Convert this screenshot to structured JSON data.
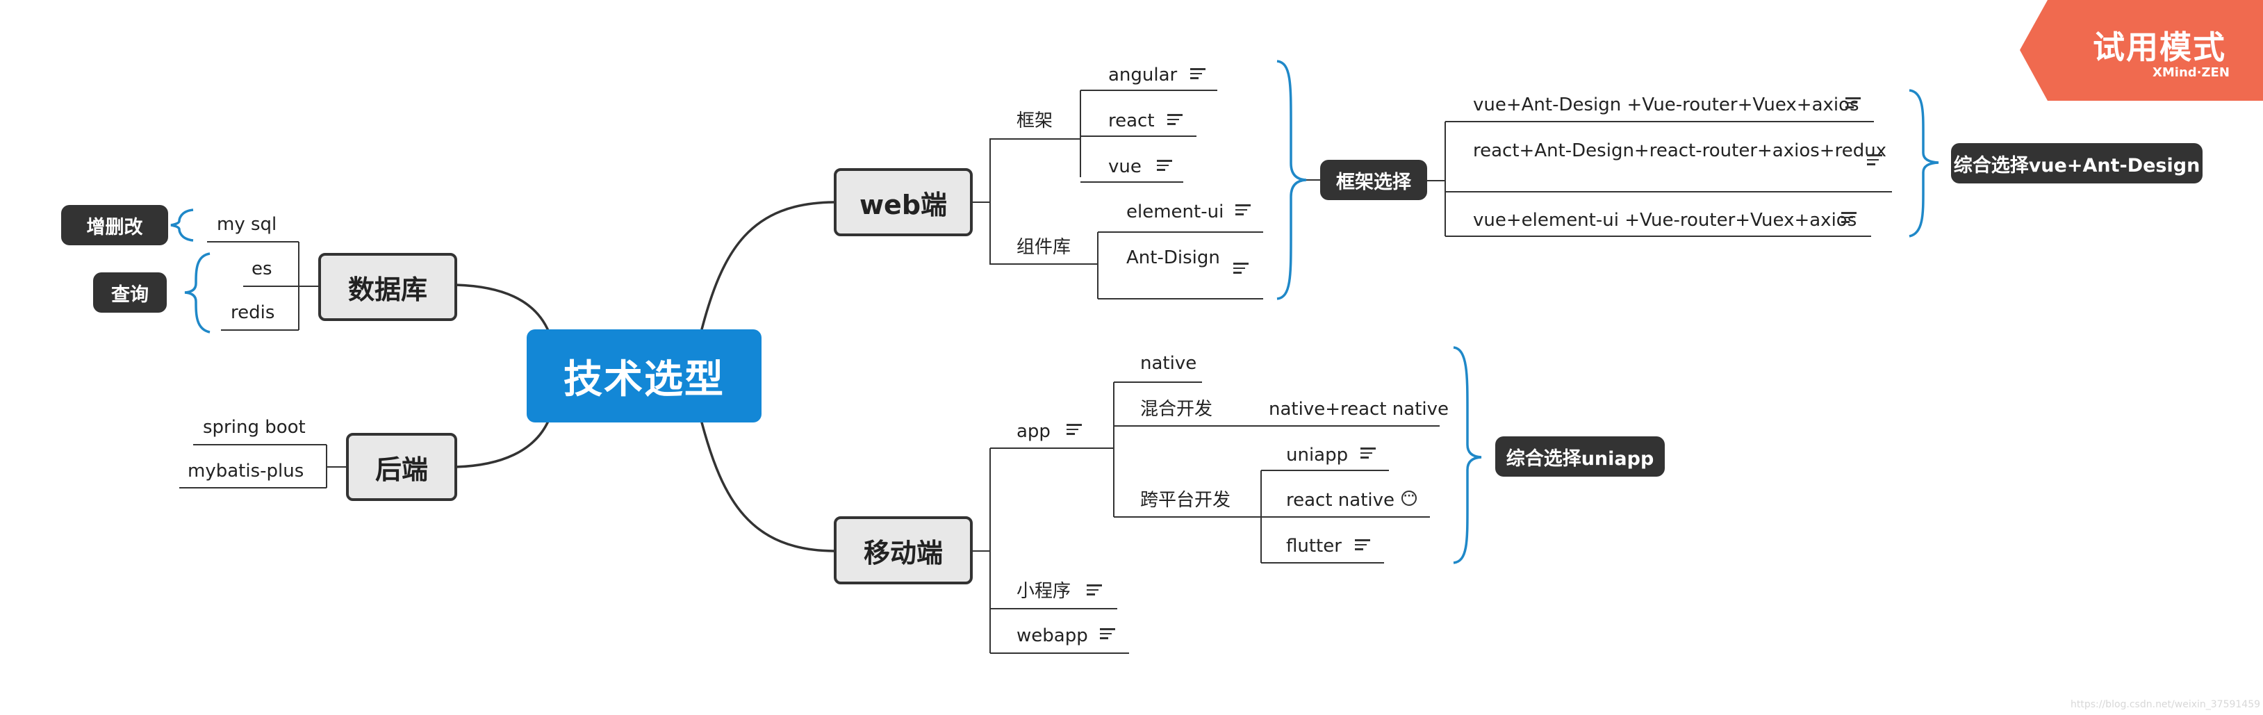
{
  "watermark": {
    "title": "试用模式",
    "brand": "XMind·ZEN",
    "url": "https://blog.csdn.net/weixin_37591459"
  },
  "central": "技术选型",
  "web": {
    "label": "web端",
    "framework": {
      "label": "框架",
      "items": [
        "angular",
        "react",
        "vue"
      ]
    },
    "components": {
      "label": "组件库",
      "items": [
        "element-ui",
        "Ant-Disign"
      ]
    },
    "summary": "框架选择",
    "options": [
      "vue+Ant-Design +Vue-router+Vuex+axios",
      "react+Ant-Design+react-router+axios+redux",
      "vue+element-ui +Vue-router+Vuex+axios"
    ],
    "conclusion": "综合选择vue+Ant-Design"
  },
  "mobile": {
    "label": "移动端",
    "app": {
      "label": "app",
      "native": "native",
      "hybrid": {
        "label": "混合开发",
        "item": "native+react native"
      },
      "cross": {
        "label": "跨平台开发",
        "items": [
          "uniapp",
          "react native",
          "flutter"
        ]
      }
    },
    "miniprogram": "小程序",
    "webapp": "webapp",
    "conclusion": "综合选择uniapp"
  },
  "database": {
    "label": "数据库",
    "items": [
      "my sql",
      "es",
      "redis"
    ],
    "crud": "增删改",
    "query": "查询"
  },
  "backend": {
    "label": "后端",
    "items": [
      "spring boot",
      "mybatis-plus"
    ]
  }
}
